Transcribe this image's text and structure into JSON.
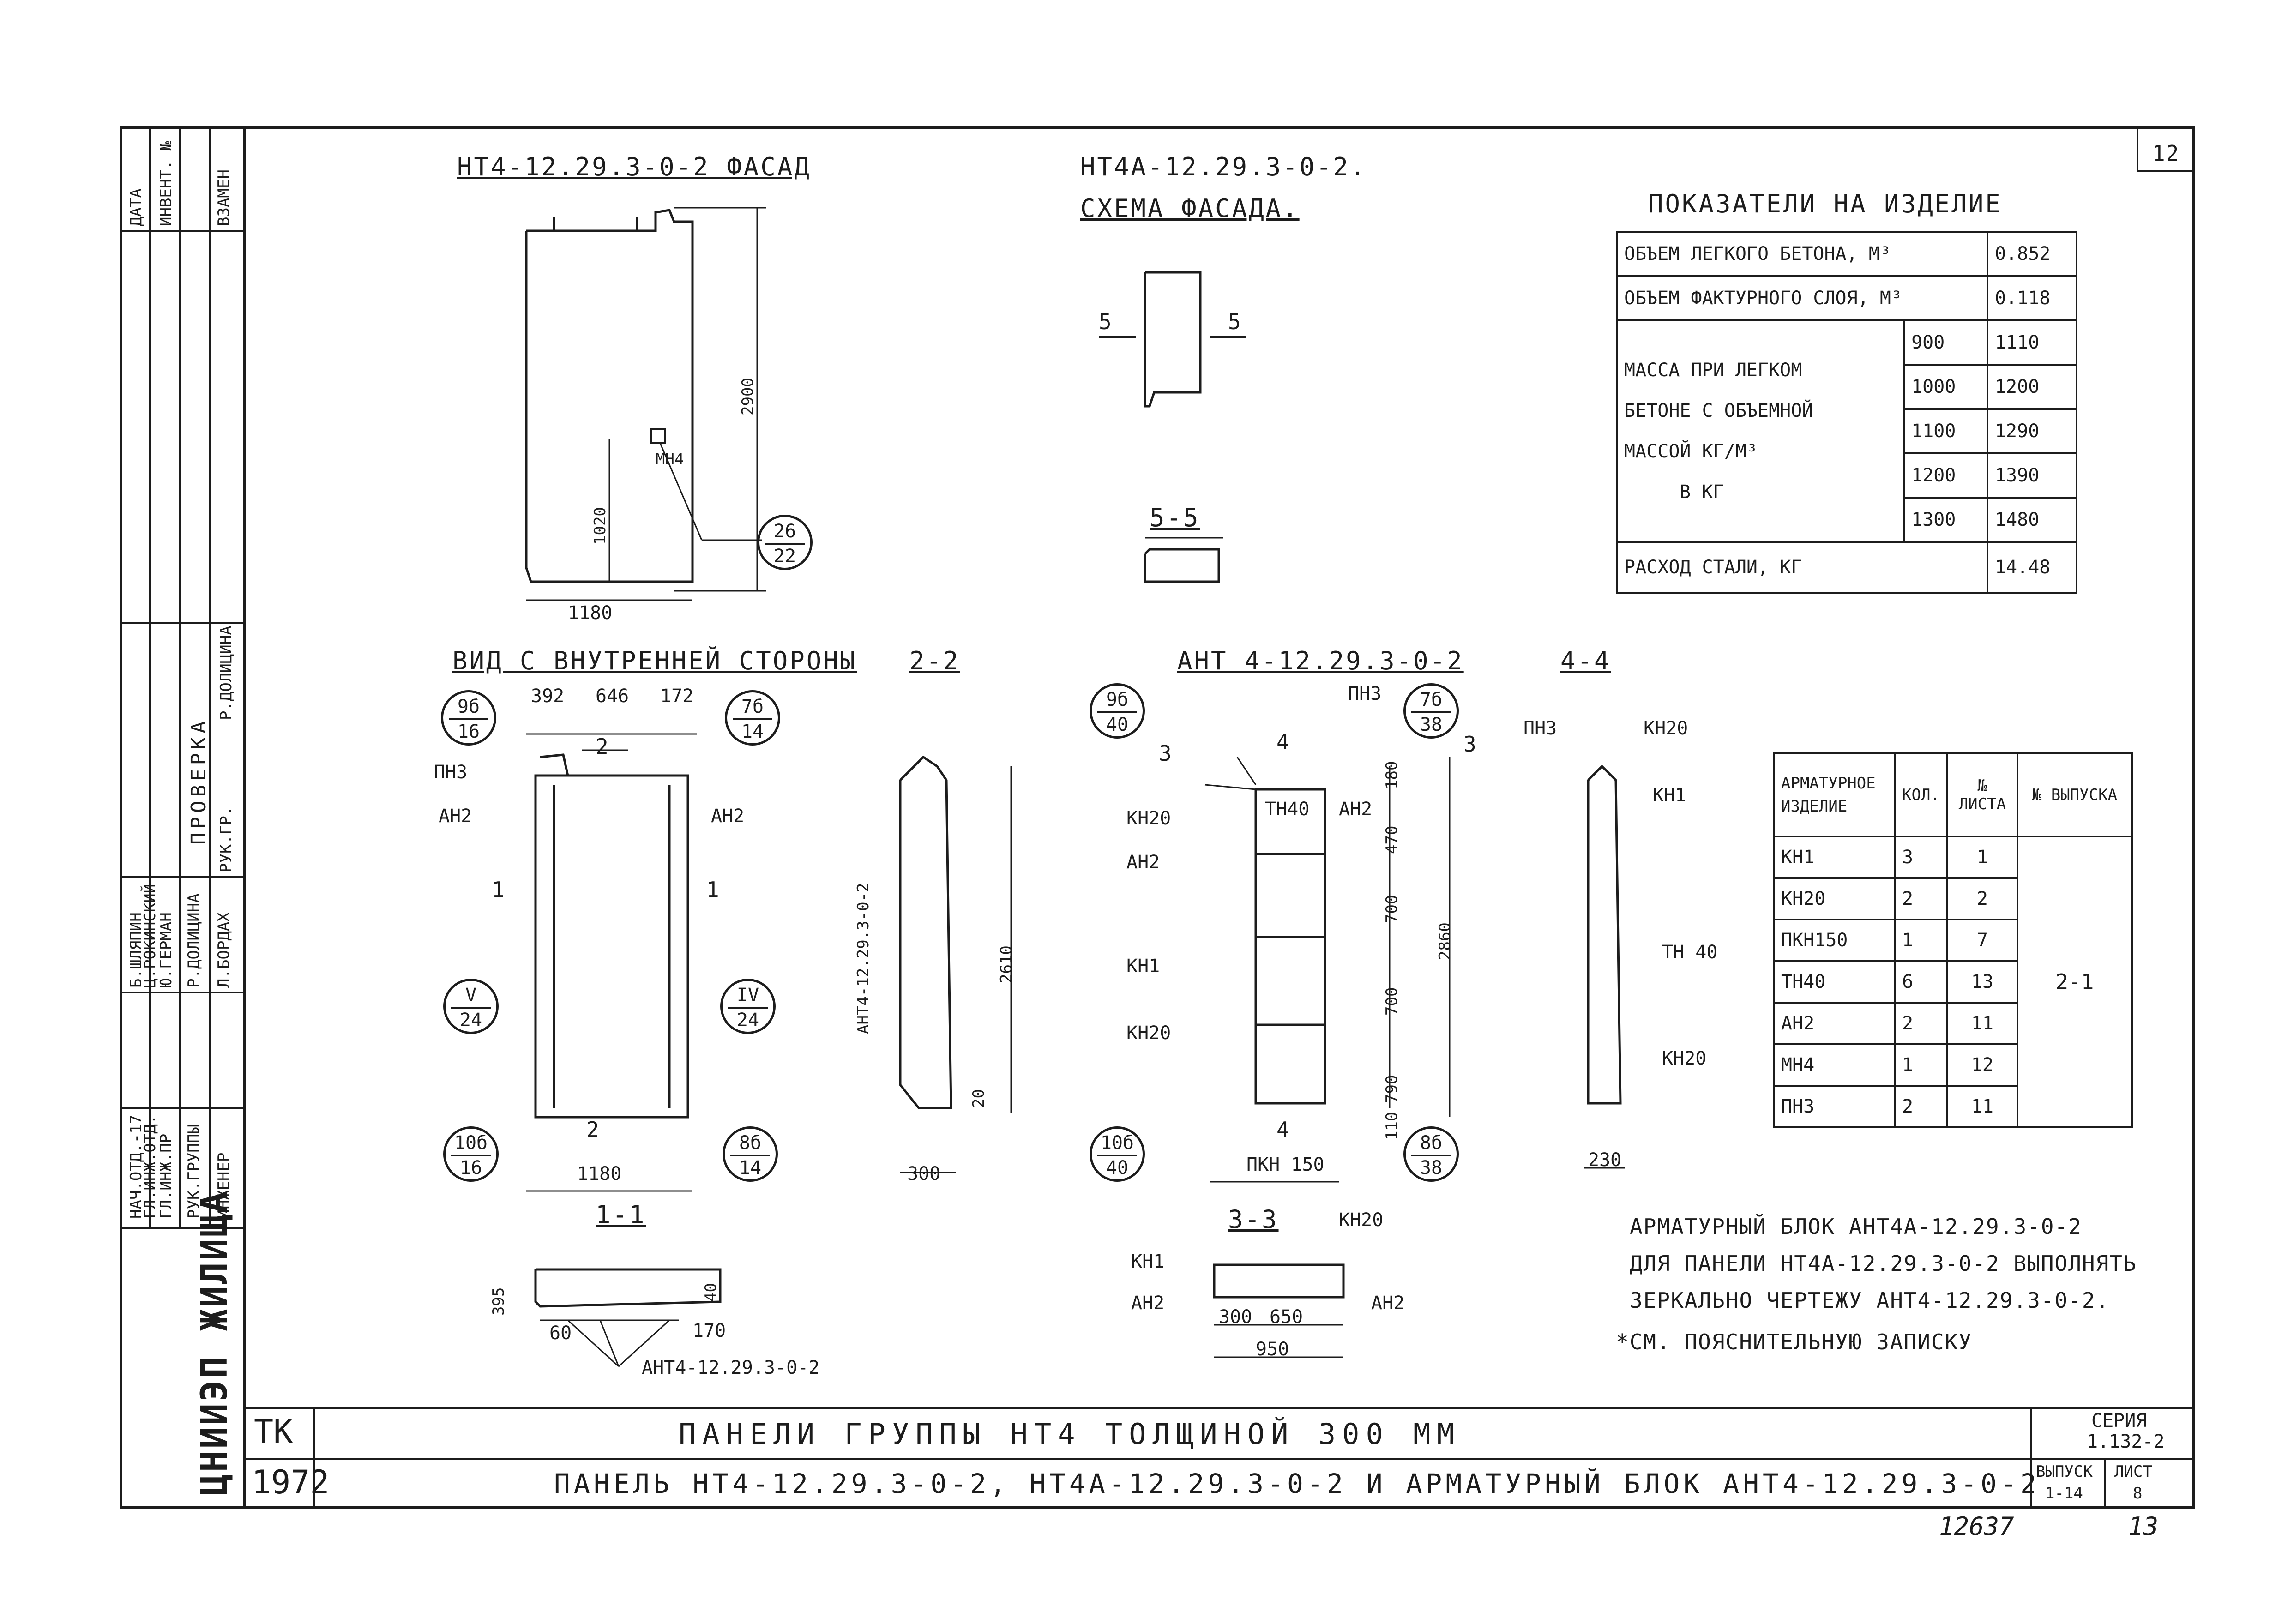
{
  "sheet_number_top": "12",
  "facade": {
    "title": "НТ4-12.29.3-0-2 ФАСАД",
    "dim_width": "1180",
    "dim_height": "2900",
    "dim_1020": "1020",
    "mark_mi4": "МН4",
    "callout": {
      "top": "26",
      "bottom": "22"
    }
  },
  "scheme": {
    "title1": "НТ4А-12.29.3-0-2.",
    "title2": "СХЕМА ФАСАДА.",
    "mark_left": "5",
    "mark_right": "5",
    "section_55": "5-5"
  },
  "indicators": {
    "title": "ПОКАЗАТЕЛИ НА ИЗДЕЛИЕ",
    "rows": [
      {
        "label": "ОБЪЕМ ЛЕГКОГО БЕТОНА, М³",
        "value": "0.852"
      },
      {
        "label": "ОБЪЕМ ФАКТУРНОГО СЛОЯ, М³",
        "value": "0.118"
      }
    ],
    "mass_label": [
      "МАССА ПРИ ЛЕГКОМ",
      "БЕТОНЕ С ОБЪЕМНОЙ",
      "МАССОЙ КГ/М³",
      "В КГ"
    ],
    "mass_rows": [
      {
        "density": "900",
        "mass": "1110"
      },
      {
        "density": "1000",
        "mass": "1200"
      },
      {
        "density": "1100",
        "mass": "1290"
      },
      {
        "density": "1200",
        "mass": "1390"
      },
      {
        "density": "1300",
        "mass": "1480"
      }
    ],
    "steel_label": "РАСХОД СТАЛИ, КГ",
    "steel_value": "14.48"
  },
  "inner_view": {
    "title": "ВИД С ВНУТРЕННЕЙ СТОРОНЫ",
    "dims": {
      "d392": "392",
      "d646": "646",
      "d172": "172",
      "d1180": "1180"
    },
    "marks": {
      "pn3": "ПН3",
      "an2_l": "АН2",
      "an2_r": "АН2",
      "sec1_l": "1",
      "sec1_r": "1",
      "sec2_t": "2",
      "sec2_b": "2"
    },
    "circles": [
      {
        "top": "9б",
        "bottom": "16"
      },
      {
        "top": "7б",
        "bottom": "14"
      },
      {
        "top": "V",
        "bottom": "24"
      },
      {
        "top": "IV",
        "bottom": "24"
      },
      {
        "top": "10б",
        "bottom": "16"
      },
      {
        "top": "8б",
        "bottom": "14"
      }
    ]
  },
  "section22": {
    "title": "2-2",
    "dim_2610": "2610",
    "dim_300": "300",
    "dim_20": "20",
    "label": "АНТ4-12.29.3-0-2"
  },
  "block": {
    "title": "АНТ 4-12.29.3-0-2",
    "marks": {
      "kn20_a": "КН20",
      "an2_a": "АН2",
      "kn1": "КН1",
      "kn20_b": "КН20",
      "tn40": "ТН40",
      "an2_b": "АН2",
      "pn3": "ПН3",
      "pkn150": "ПКН 150",
      "sec3_l": "3",
      "sec3_r": "3",
      "sec4_t": "4",
      "sec4_b": "4"
    },
    "dims": {
      "d180": "180",
      "d470": "470",
      "d700a": "700",
      "d700b": "700",
      "d790": "790",
      "d110": "110",
      "d2860": "2860"
    },
    "circles": [
      {
        "top": "9б",
        "bottom": "40"
      },
      {
        "top": "7б",
        "bottom": "38"
      },
      {
        "top": "10б",
        "bottom": "40"
      },
      {
        "top": "8б",
        "bottom": "38"
      }
    ]
  },
  "section44": {
    "title": "4-4",
    "pn3": "ПН3",
    "kn20_t": "КН20",
    "kn1": "КН1",
    "tn40": "ТН 40",
    "kn20_b": "КН20",
    "dim_230": "230"
  },
  "section11": {
    "title": "1-1",
    "d395": "395",
    "d40": "40",
    "d60": "60",
    "d170": "170",
    "label": "АНТ4-12.29.3-0-2"
  },
  "section33": {
    "title": "3-3",
    "kn20": "КН20",
    "kn1": "КН1",
    "an2_l": "АН2",
    "an2_r": "АН2",
    "d300": "300",
    "d650": "650",
    "d950": "950"
  },
  "rebar_table": {
    "headers": [
      "АРМАТУРНОЕ ИЗДЕЛИЕ",
      "КОЛ.",
      "№ ЛИСТА",
      "№ ВЫПУСКА"
    ],
    "rows": [
      [
        "КН1",
        "3",
        "1"
      ],
      [
        "КН20",
        "2",
        "2"
      ],
      [
        "ПКН150",
        "1",
        "7"
      ],
      [
        "ТН40",
        "6",
        "13"
      ],
      [
        "АН2",
        "2",
        "11"
      ],
      [
        "МН4",
        "1",
        "12"
      ],
      [
        "ПН3",
        "2",
        "11"
      ]
    ],
    "vypusk": "2-1"
  },
  "notes": [
    "АРМАТУРНЫЙ БЛОК АНТ4А-12.29.3-0-2",
    "ДЛЯ ПАНЕЛИ НТ4А-12.29.3-0-2 ВЫПОЛНЯТЬ",
    "ЗЕРКАЛЬНО ЧЕРТЕЖУ АНТ4-12.29.3-0-2.",
    "*СМ. ПОЯСНИТЕЛЬНУЮ ЗАПИСКУ"
  ],
  "stamp": {
    "org": "ЦНИИЭП ЖИЛИЩА",
    "tk": "ТК",
    "year": "1972",
    "title1": "ПАНЕЛИ ГРУППЫ НТ4 ТОЛЩИНОЙ 300 ММ",
    "title2": "ПАНЕЛЬ НТ4-12.29.3-0-2, НТ4А-12.29.3-0-2 И АРМАТУРНЫЙ БЛОК АНТ4-12.29.3-0-2",
    "series_label": "СЕРИЯ",
    "series": "1.132-2",
    "vypusk_label": "ВЫПУСК",
    "vypusk": "1-14",
    "list_label": "ЛИСТ",
    "list": "8",
    "left_roles": [
      "НАЧ.ОТД.-17",
      "ГЛ.ИНЖ.ОТД.",
      "ГЛ.ИНЖ.ПР",
      "РУК.ГРУППЫ",
      "ИНЖЕНЕР"
    ],
    "left_names": [
      "Б.ШЛЯПИН",
      "Ц.РОКИНСКИЙ",
      "Ю.ГЕРМАН",
      "Р.ДОЛИЦИНА",
      "Л.БОРДАХ"
    ],
    "check_label": "ПРОВЕРКА",
    "check_role": "РУК.ГР.",
    "check_name": "Р.ДОЛИЦИНА",
    "margin_top": [
      "ДАТА",
      "ИНВЕНТ. №",
      "ВЗАМЕН"
    ]
  },
  "bottom_numbers": {
    "left": "12637",
    "right": "13"
  }
}
